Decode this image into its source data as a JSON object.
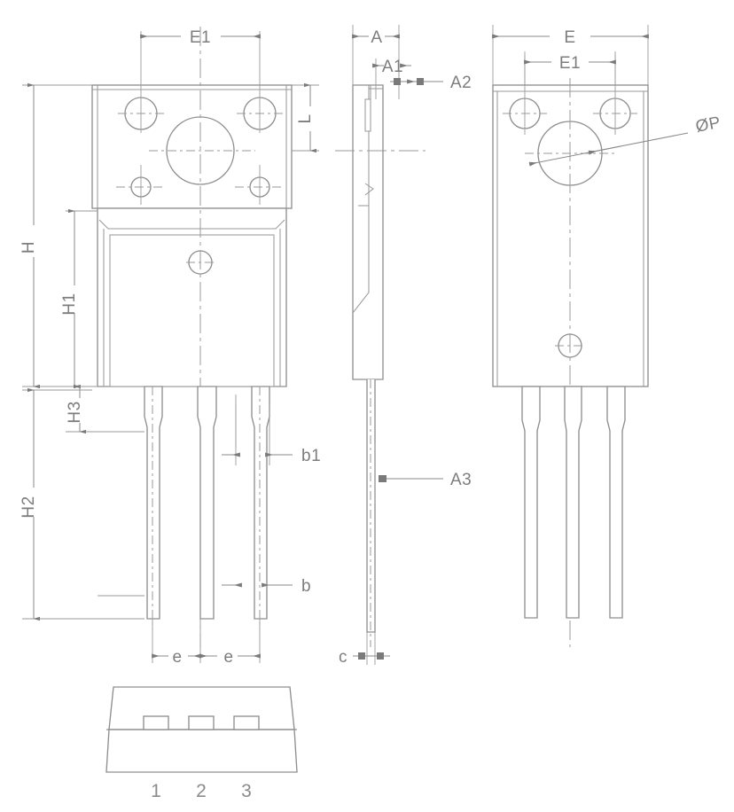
{
  "drawing": {
    "title": "Transistor Package Outline Drawing (TO-3P style)",
    "type": "mechanical-package-outline",
    "views": [
      {
        "name": "front-view",
        "label": ""
      },
      {
        "name": "side-view",
        "label": ""
      },
      {
        "name": "back-view",
        "label": ""
      },
      {
        "name": "bottom-view",
        "label": ""
      }
    ],
    "line_color": "#9a9a9a",
    "text_color": "#7d7d7d",
    "background": "#ffffff"
  },
  "dimensions": {
    "front_view": {
      "E1_top": "E1",
      "L": "L",
      "H": "H",
      "H1": "H1",
      "H3": "H3",
      "H2": "H2",
      "b1": "b1",
      "b": "b",
      "e_left": "e",
      "e_right": "e"
    },
    "side_view": {
      "A": "A",
      "A1": "A1",
      "A2": "A2",
      "A3": "A3",
      "c": "c"
    },
    "back_view": {
      "E": "E",
      "E1": "E1",
      "P_dia": "ØP"
    }
  },
  "bottom_view": {
    "pins": [
      {
        "number": "1"
      },
      {
        "number": "2"
      },
      {
        "number": "3"
      }
    ]
  }
}
